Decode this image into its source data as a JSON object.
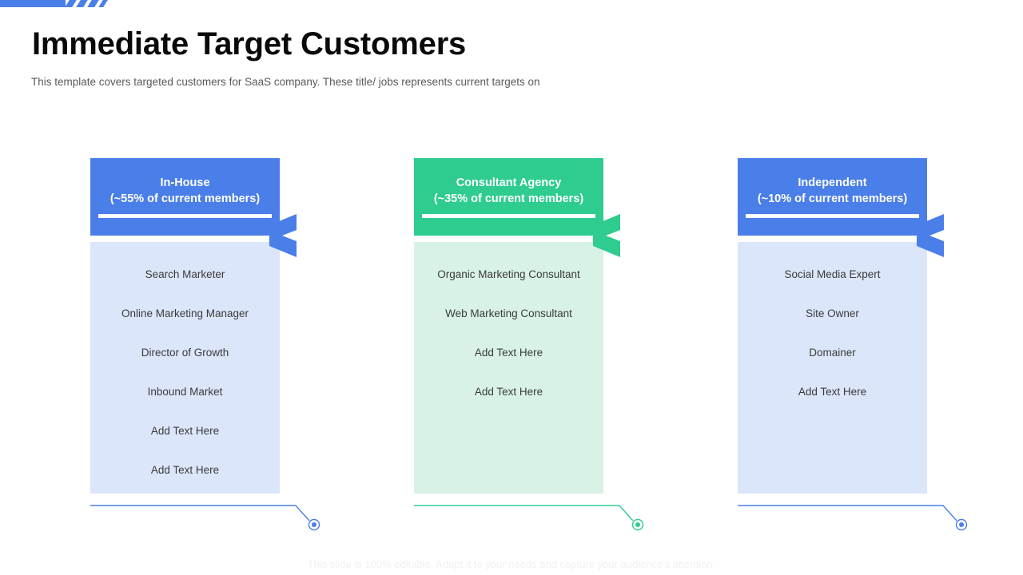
{
  "theme": {
    "blue": "#4a7ee8",
    "green": "#2ecc8f",
    "blue_body": "#dce6fa",
    "green_body": "#d8f3e6",
    "title_color": "#0a0a0a",
    "subtitle_color": "#5a5a5a",
    "item_color": "#3b3b3b",
    "footer_color": "#f0f0f0"
  },
  "header": {
    "title": "Immediate Target Customers",
    "subtitle": "This template covers targeted customers for SaaS company. These title/ jobs represents current targets on"
  },
  "columns": [
    {
      "id": "in-house",
      "title": "In-House\n(~55% of current members)",
      "accent": "#4a7ee8",
      "body_bg": "#dce6fa",
      "items": [
        "Search Marketer",
        "Online Marketing Manager",
        "Director of Growth",
        "Inbound Market",
        "Add Text Here",
        "Add Text Here"
      ]
    },
    {
      "id": "consultant-agency",
      "title": "Consultant Agency\n(~35% of current members)",
      "accent": "#2ecc8f",
      "body_bg": "#d8f3e6",
      "items": [
        "Organic Marketing Consultant",
        "Web Marketing Consultant",
        "Add Text Here",
        "Add Text Here"
      ]
    },
    {
      "id": "independent",
      "title": "Independent\n(~10% of current members)",
      "accent": "#4a7ee8",
      "body_bg": "#dce6fa",
      "items": [
        "Social Media Expert",
        "Site Owner",
        "Domainer",
        "Add Text Here"
      ]
    }
  ],
  "footer": {
    "note": "This slide is 100% editable. Adapt it to your needs and capture your audience's attention."
  }
}
